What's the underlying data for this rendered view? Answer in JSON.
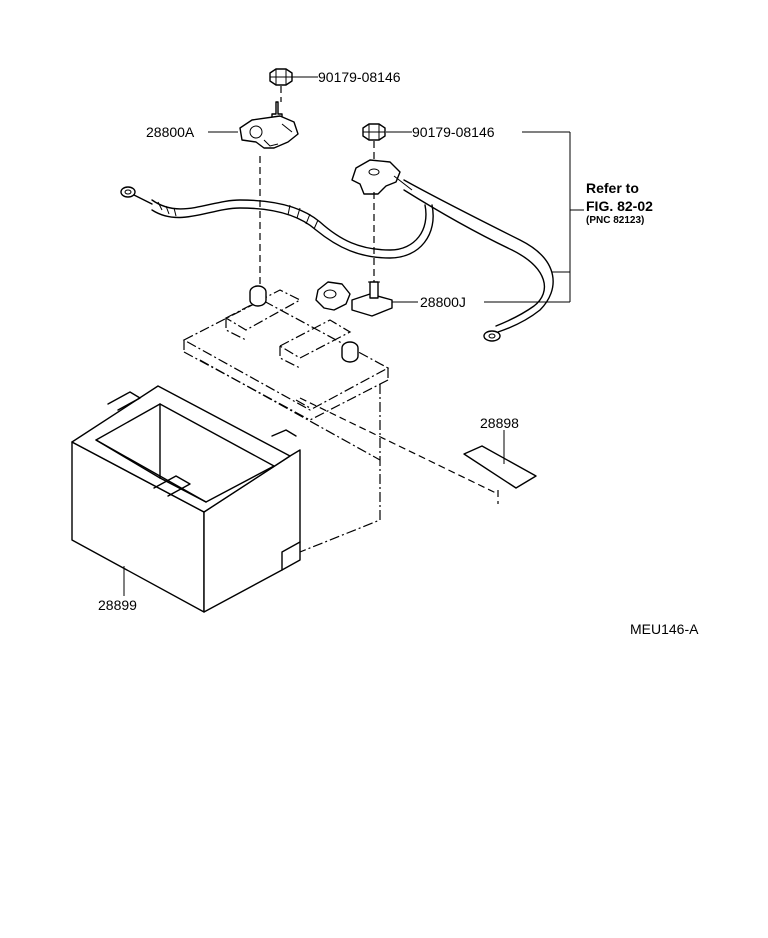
{
  "labels": {
    "nut_top": "90179-08146",
    "nut_right": "90179-08146",
    "clamp_pos": "28800A",
    "clamp_neg": "28800J",
    "sticker": "28898",
    "tray": "28899",
    "refer_line1": "Refer to",
    "refer_line2": "FIG. 82-02",
    "refer_line3": "(PNC 82123)",
    "figure_code": "MEU146-A"
  }
}
